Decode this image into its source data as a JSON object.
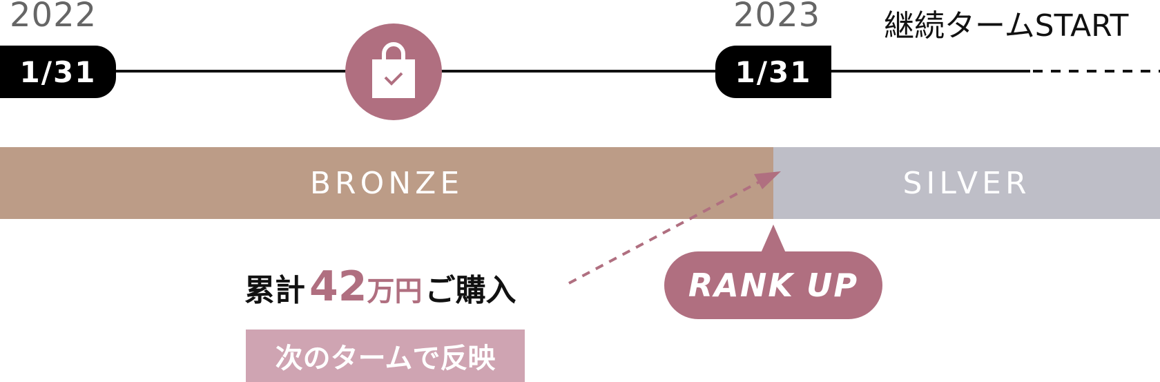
{
  "timeline": {
    "year_start": "2022",
    "year_end": "2023",
    "date_start": "1/31",
    "date_end": "1/31",
    "term_start_label": "継続タームSTART",
    "purchase_icon": "shopping-bag-check-icon"
  },
  "ranks": {
    "current": "BRONZE",
    "next": "SILVER"
  },
  "purchase": {
    "prefix": "累計",
    "amount": "42",
    "unit": "万円",
    "suffix": "ご購入"
  },
  "rank_up_label": "RANK UP",
  "next_term_note": "次のタームで反映",
  "colors": {
    "accent": "#b06f80",
    "bronze": "#bc9c87",
    "silver": "#bebec7",
    "note_bg": "#cfa4b2",
    "badge_bg": "#000000"
  }
}
